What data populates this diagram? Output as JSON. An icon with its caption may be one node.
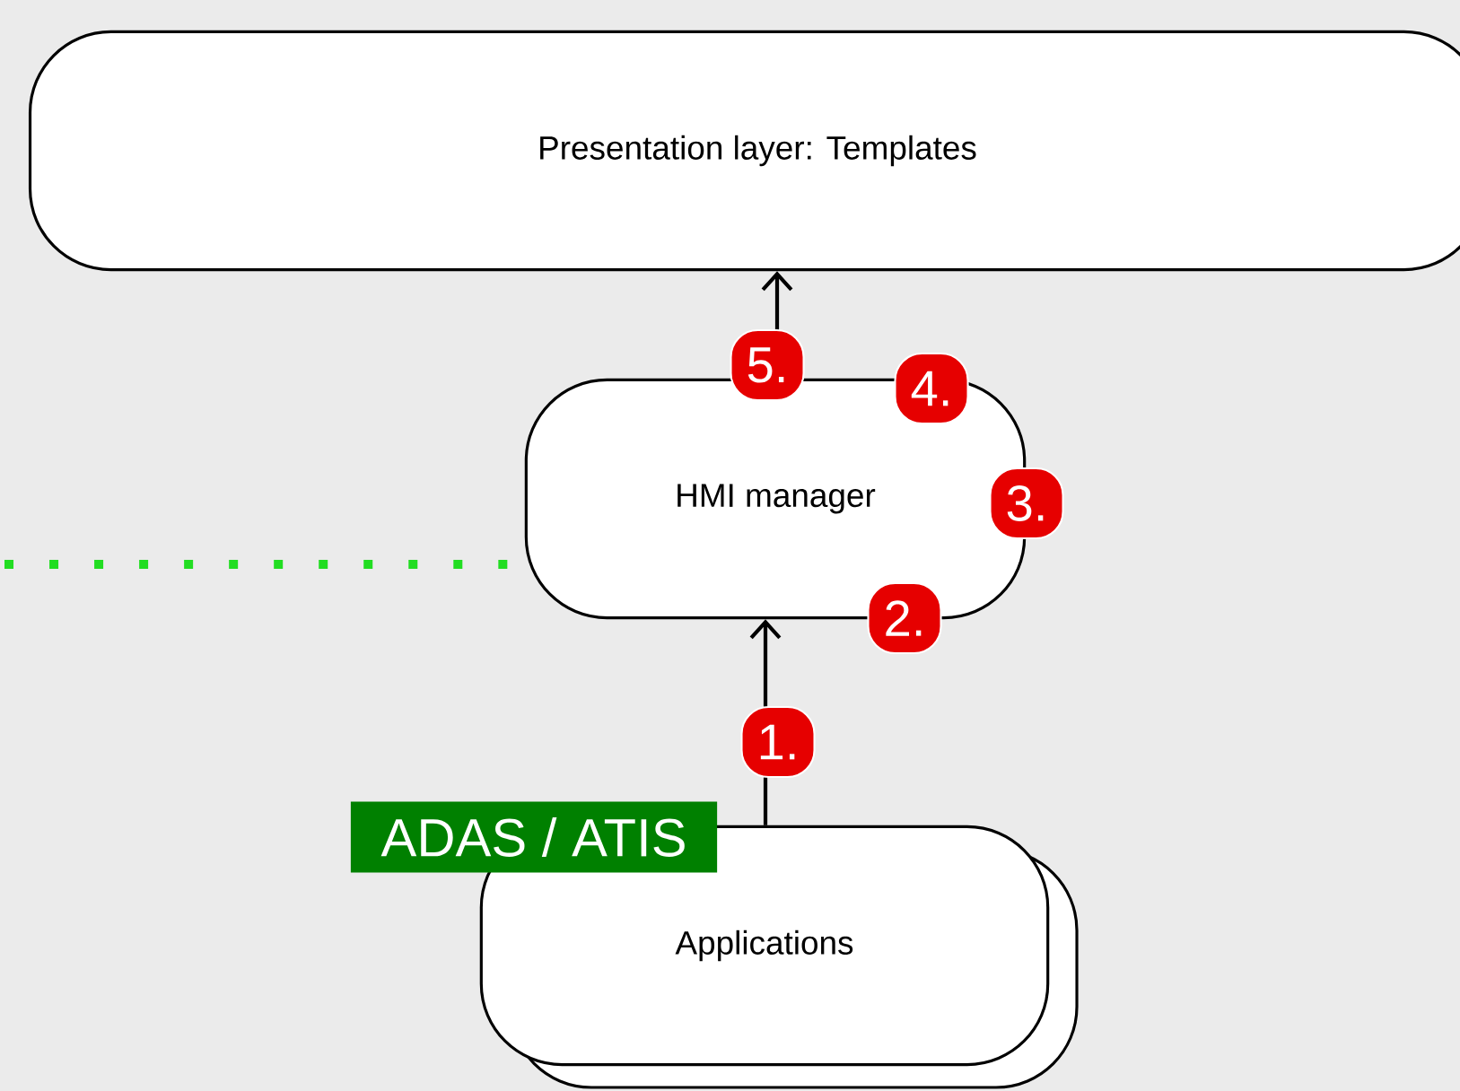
{
  "diagram": {
    "nodes": [
      {
        "text": [
          "Presentation layer: Templates"
        ]
      },
      {
        "text": [
          "HMI manager"
        ]
      },
      {
        "text": [
          "Applications"
        ]
      },
      {
        "text": [
          "ADAS / ATIS"
        ]
      }
    ],
    "edges": [
      {
        "from": 2,
        "to": 1,
        "arrow": "to"
      },
      {
        "from": 1,
        "to": 0,
        "arrow": "to"
      },
      {
        "from": null,
        "to": 1,
        "arrow": "none",
        "style": "dashed",
        "color": "#22dd22"
      }
    ],
    "labels": [
      "5.",
      "4.",
      "3.",
      "2.",
      "1."
    ]
  }
}
